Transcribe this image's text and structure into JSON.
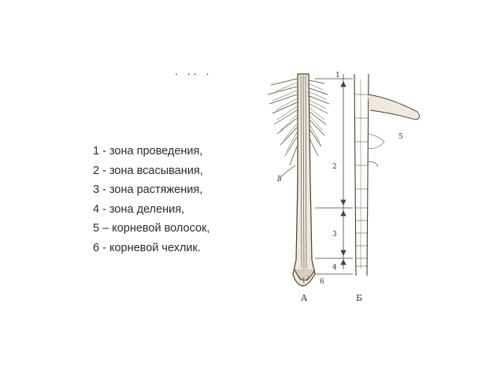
{
  "header_dots": ". .. .",
  "legend": [
    "1 - зона проведения,",
    "2 - зона всасывания,",
    "3 - зона растяжения,",
    "4 - зона деления,",
    "5 – корневой волосок,",
    "6 - корневой чехлик."
  ],
  "figure": {
    "panel_a": "А",
    "panel_b": "Б",
    "zone_numbers": [
      "1",
      "2",
      "3",
      "4"
    ],
    "root_hair_label": "5",
    "root_cap_label": "6",
    "left_hair_label": "5",
    "colors": {
      "ink": "#4a3f30",
      "fill": "#efe8dc"
    }
  }
}
